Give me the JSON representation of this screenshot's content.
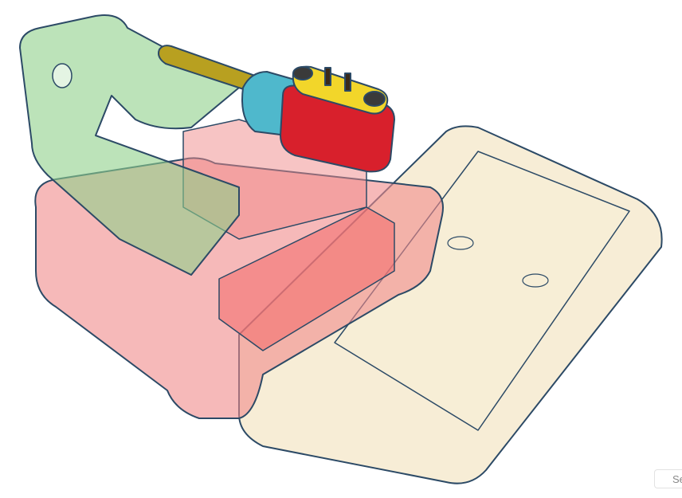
{
  "viewport": {
    "parts": [
      {
        "name": "green-clamp",
        "color": "#8fd08a"
      },
      {
        "name": "pink-base",
        "color": "#f08a8a"
      },
      {
        "name": "cream-tray",
        "color": "#f3e6c4"
      },
      {
        "name": "red-battery",
        "color": "#d8202c"
      },
      {
        "name": "yellow-connector",
        "color": "#f2d62a"
      },
      {
        "name": "cyan-sleeve",
        "color": "#4fb8cc"
      },
      {
        "name": "olive-rod",
        "color": "#b8a020"
      }
    ],
    "edge_color": "#2c4a66"
  },
  "corner_button": {
    "label": "Se"
  }
}
